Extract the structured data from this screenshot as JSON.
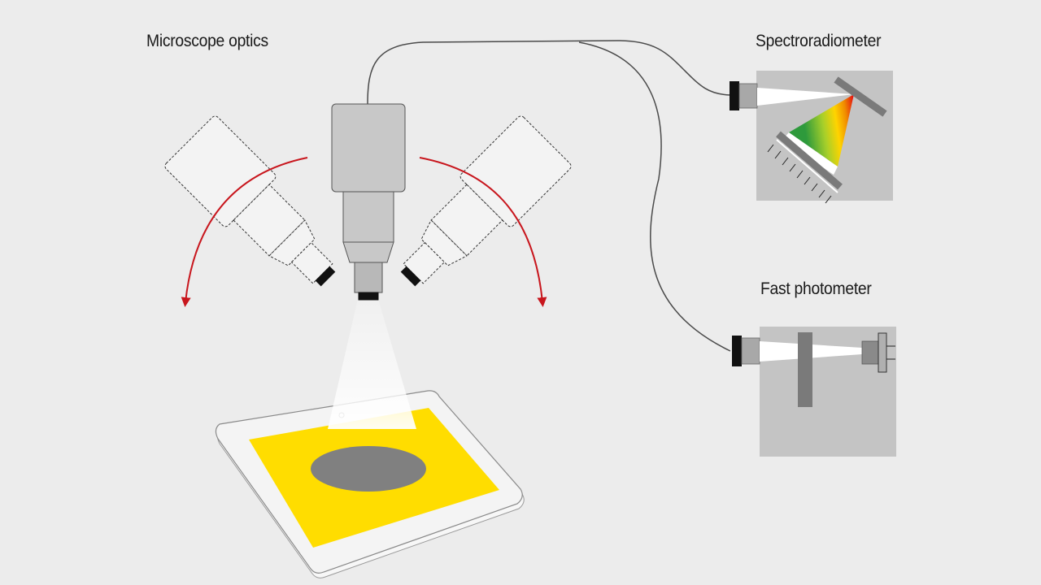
{
  "labels": {
    "microscope_optics": "Microscope optics",
    "spectroradiometer": "Spectroradiometer",
    "fast_photometer": "Fast photometer"
  },
  "colors": {
    "background": "#ececec",
    "optics_gray": "#c8c8c8",
    "rotation_arrow": "#c8161d",
    "screen_yellow": "#ffdd00",
    "measurement_spot": "#808080",
    "instrument_box": "#c4c4c4"
  },
  "icons": {
    "rotation_left": "curved-arrow-icon",
    "rotation_right": "curved-arrow-icon",
    "spectrum": "rainbow-gradient-icon"
  }
}
